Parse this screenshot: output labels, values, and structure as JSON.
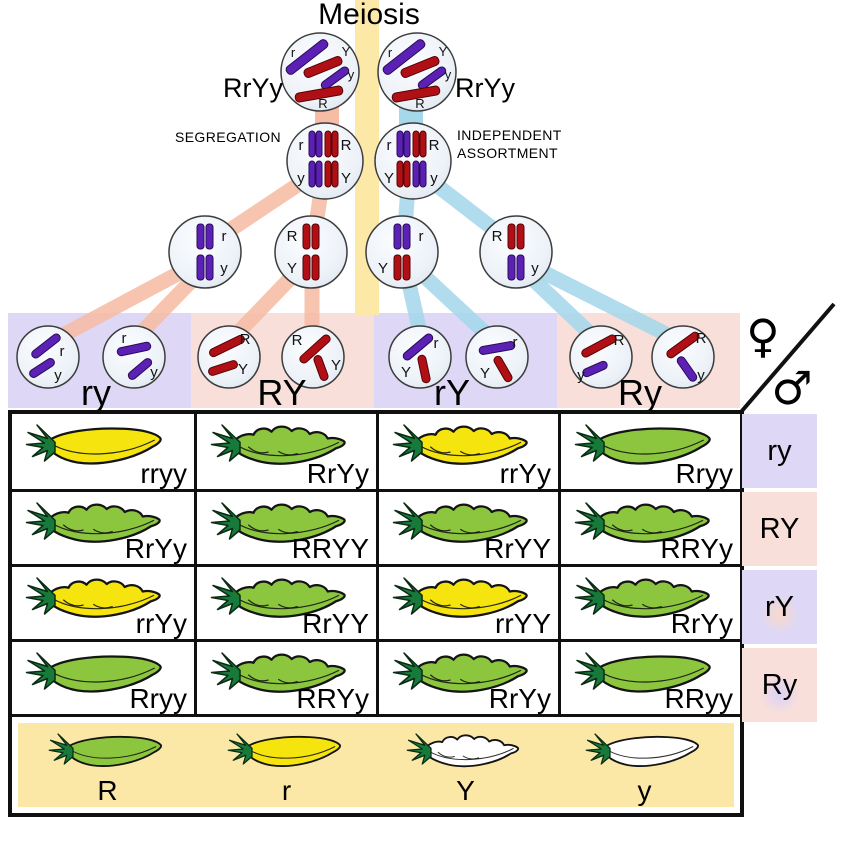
{
  "meiosis": {
    "title": "Meiosis",
    "parent_genotype": "RrYy",
    "segregation": "SEGREGATION",
    "independent_assortment": [
      "INDEPENDENT",
      "ASSORTMENT"
    ]
  },
  "alleles": {
    "R": "R",
    "r": "r",
    "Y": "Y",
    "y": "y"
  },
  "gamete_groups": [
    {
      "label": "ry"
    },
    {
      "label": "RY"
    },
    {
      "label": "rY"
    },
    {
      "label": "Ry"
    }
  ],
  "corner_symbols": {
    "female": "♀",
    "male": "♂"
  },
  "punnett": {
    "row_headers": [
      "ry",
      "RY",
      "rY",
      "Ry"
    ],
    "rows": [
      {
        "cells": [
          {
            "genotype": "rryy",
            "pod_color": "yellow",
            "pod_shape": "smooth"
          },
          {
            "genotype": "RrYy",
            "pod_color": "green",
            "pod_shape": "bumpy"
          },
          {
            "genotype": "rrYy",
            "pod_color": "yellow",
            "pod_shape": "bumpy"
          },
          {
            "genotype": "Rryy",
            "pod_color": "green",
            "pod_shape": "smooth"
          }
        ]
      },
      {
        "cells": [
          {
            "genotype": "RrYy",
            "pod_color": "green",
            "pod_shape": "bumpy"
          },
          {
            "genotype": "RRYY",
            "pod_color": "green",
            "pod_shape": "bumpy"
          },
          {
            "genotype": "RrYY",
            "pod_color": "green",
            "pod_shape": "bumpy"
          },
          {
            "genotype": "RRYy",
            "pod_color": "green",
            "pod_shape": "bumpy"
          }
        ]
      },
      {
        "cells": [
          {
            "genotype": "rrYy",
            "pod_color": "yellow",
            "pod_shape": "bumpy"
          },
          {
            "genotype": "RrYY",
            "pod_color": "green",
            "pod_shape": "bumpy"
          },
          {
            "genotype": "rrYY",
            "pod_color": "yellow",
            "pod_shape": "bumpy"
          },
          {
            "genotype": "RrYy",
            "pod_color": "green",
            "pod_shape": "bumpy"
          }
        ]
      },
      {
        "cells": [
          {
            "genotype": "Rryy",
            "pod_color": "green",
            "pod_shape": "smooth"
          },
          {
            "genotype": "RRYy",
            "pod_color": "green",
            "pod_shape": "bumpy"
          },
          {
            "genotype": "RrYy",
            "pod_color": "green",
            "pod_shape": "bumpy"
          },
          {
            "genotype": "RRyy",
            "pod_color": "green",
            "pod_shape": "smooth"
          }
        ]
      }
    ]
  },
  "legend": {
    "items": [
      {
        "allele": "R",
        "pod_color": "green",
        "pod_shape": "smooth"
      },
      {
        "allele": "r",
        "pod_color": "yellow",
        "pod_shape": "smooth"
      },
      {
        "allele": "Y",
        "pod_color": "white",
        "pod_shape": "bumpy"
      },
      {
        "allele": "y",
        "pod_color": "white",
        "pod_shape": "smooth"
      }
    ]
  },
  "pod_colors": {
    "green": "#8cc63e",
    "yellow": "#f6e40e",
    "white": "#ffffff"
  },
  "colors": {
    "chromosome_purple": "#5b21b5",
    "chromosome_red": "#b01015",
    "salmon_band": "#f7bca6",
    "blue_band": "#a6d8ec",
    "yellow_band": "#fce9a8",
    "lavender_bg": "#ded8f6",
    "pink_bg": "#f8dfda",
    "legend_bg": "#fbe8a6"
  }
}
